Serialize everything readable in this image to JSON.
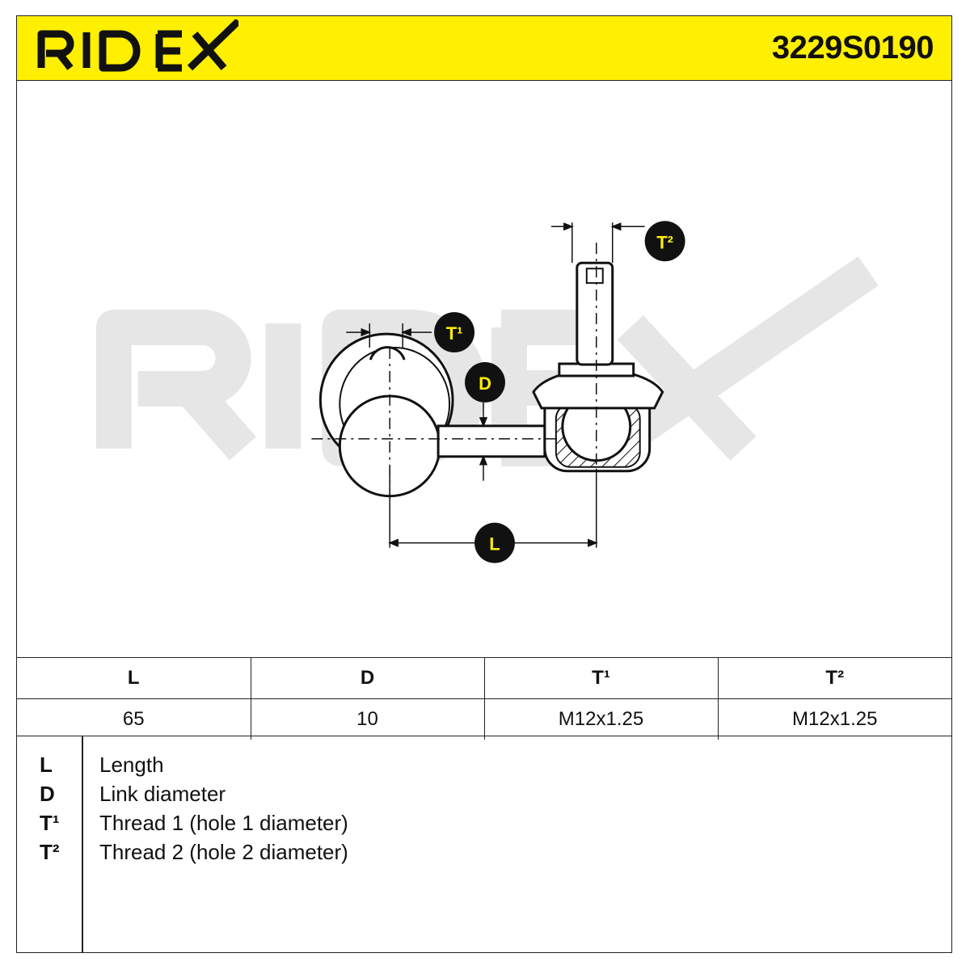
{
  "header": {
    "brand": "RIDEX",
    "part_number": "3229S0190",
    "background_color": "#ffef00"
  },
  "drawing": {
    "watermark": "RIDEX",
    "callouts": {
      "t1": "T¹",
      "t2": "T²",
      "d": "D",
      "l": "L"
    }
  },
  "specs": {
    "headers": [
      "L",
      "D",
      "T¹",
      "T²"
    ],
    "values": [
      "65",
      "10",
      "M12x1.25",
      "M12x1.25"
    ]
  },
  "legend": [
    {
      "symbol": "L",
      "description": "Length"
    },
    {
      "symbol": "D",
      "description": "Link diameter"
    },
    {
      "symbol": "T¹",
      "description": "Thread 1 (hole 1 diameter)"
    },
    {
      "symbol": "T²",
      "description": "Thread 2 (hole 2 diameter)"
    }
  ]
}
